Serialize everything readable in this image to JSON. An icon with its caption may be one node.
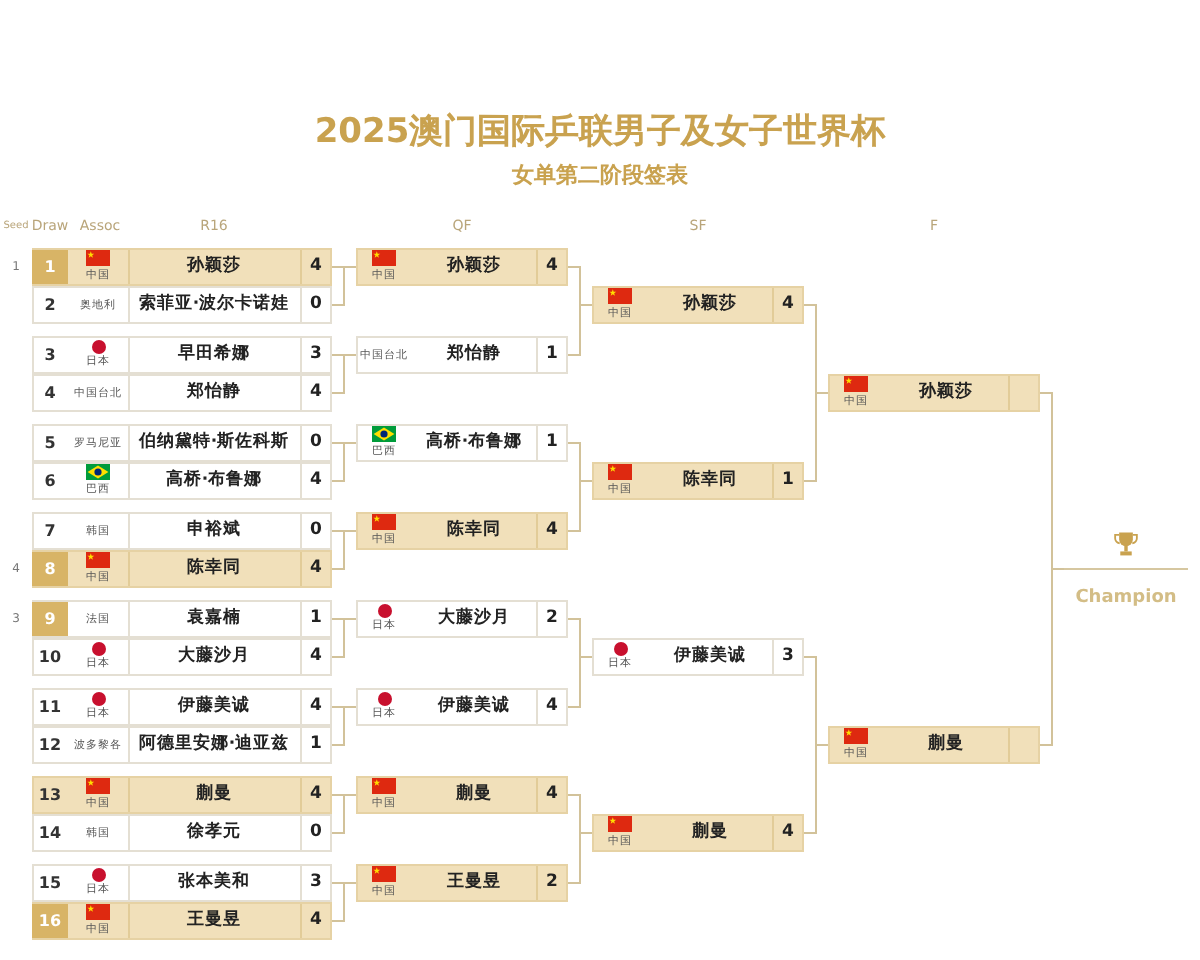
{
  "diagram": {
    "title": "2025澳门国际乒联男子及女子世界杯",
    "nodes": [
      {
        "text": [
          "1",
          "中国",
          "孙颖莎",
          "4"
        ],
        "beside": [
          "1"
        ]
      },
      {
        "text": [
          "2",
          "奥地利",
          "索菲亚·波尔卡诺娃",
          "0"
        ]
      },
      {
        "text": [
          "3",
          "日本",
          "早田希娜",
          "3"
        ]
      },
      {
        "text": [
          "4",
          "中国台北",
          "郑怡静",
          "4"
        ]
      },
      {
        "text": [
          "5",
          "罗马尼亚",
          "伯纳黛特·斯佐科斯",
          "0"
        ]
      },
      {
        "text": [
          "6",
          "巴西",
          "高桥·布鲁娜",
          "4"
        ]
      },
      {
        "text": [
          "7",
          "韩国",
          "申裕斌",
          "0"
        ]
      },
      {
        "text": [
          "8",
          "中国",
          "陈幸同",
          "4"
        ],
        "beside": [
          "4"
        ]
      },
      {
        "text": [
          "9",
          "法国",
          "袁嘉楠",
          "1"
        ],
        "beside": [
          "3"
        ]
      },
      {
        "text": [
          "10",
          "日本",
          "大藤沙月",
          "4"
        ]
      },
      {
        "text": [
          "11",
          "日本",
          "伊藤美诚",
          "4"
        ]
      },
      {
        "text": [
          "12",
          "波多黎各",
          "阿德里安娜·迪亚兹",
          "1"
        ]
      },
      {
        "text": [
          "13",
          "中国",
          "蒯曼",
          "4"
        ]
      },
      {
        "text": [
          "14",
          "韩国",
          "徐孝元",
          "0"
        ]
      },
      {
        "text": [
          "15",
          "日本",
          "张本美和",
          "3"
        ]
      },
      {
        "text": [
          "16",
          "中国",
          "王曼昱",
          "4"
        ]
      },
      {
        "text": [
          "中国",
          "孙颖莎",
          "4"
        ]
      },
      {
        "text": [
          "中国台北",
          "郑怡静",
          "1"
        ]
      },
      {
        "text": [
          "巴西",
          "高桥·布鲁娜",
          "1"
        ]
      },
      {
        "text": [
          "中国",
          "陈幸同",
          "4"
        ]
      },
      {
        "text": [
          "日本",
          "大藤沙月",
          "2"
        ]
      },
      {
        "text": [
          "日本",
          "伊藤美诚",
          "4"
        ]
      },
      {
        "text": [
          "中国",
          "蒯曼",
          "4"
        ]
      },
      {
        "text": [
          "中国",
          "王曼昱",
          "2"
        ]
      },
      {
        "text": [
          "中国",
          "孙颖莎",
          "4"
        ]
      },
      {
        "text": [
          "中国",
          "陈幸同",
          "1"
        ]
      },
      {
        "text": [
          "日本",
          "伊藤美诚",
          "3"
        ]
      },
      {
        "text": [
          "中国",
          "蒯曼",
          "4"
        ]
      },
      {
        "text": [
          "中国",
          "孙颖莎"
        ]
      },
      {
        "text": [
          "中国",
          "蒯曼"
        ]
      },
      {
        "text": [
          "Champion"
        ]
      }
    ],
    "edges": [
      {
        "from": 0,
        "to": 16,
        "arrow": "none"
      },
      {
        "from": 1,
        "to": 16,
        "arrow": "none"
      },
      {
        "from": 2,
        "to": 17,
        "arrow": "none"
      },
      {
        "from": 3,
        "to": 17,
        "arrow": "none"
      },
      {
        "from": 4,
        "to": 18,
        "arrow": "none"
      },
      {
        "from": 5,
        "to": 18,
        "arrow": "none"
      },
      {
        "from": 6,
        "to": 19,
        "arrow": "none"
      },
      {
        "from": 7,
        "to": 19,
        "arrow": "none"
      },
      {
        "from": 8,
        "to": 20,
        "arrow": "none"
      },
      {
        "from": 9,
        "to": 20,
        "arrow": "none"
      },
      {
        "from": 10,
        "to": 21,
        "arrow": "none"
      },
      {
        "from": 11,
        "to": 21,
        "arrow": "none"
      },
      {
        "from": 12,
        "to": 22,
        "arrow": "none"
      },
      {
        "from": 13,
        "to": 22,
        "arrow": "none"
      },
      {
        "from": 14,
        "to": 23,
        "arrow": "none"
      },
      {
        "from": 15,
        "to": 23,
        "arrow": "none"
      },
      {
        "from": 16,
        "to": 24,
        "arrow": "none"
      },
      {
        "from": 17,
        "to": 24,
        "arrow": "none"
      },
      {
        "from": 18,
        "to": 25,
        "arrow": "none"
      },
      {
        "from": 19,
        "to": 25,
        "arrow": "none"
      },
      {
        "from": 20,
        "to": 26,
        "arrow": "none"
      },
      {
        "from": 21,
        "to": 26,
        "arrow": "none"
      },
      {
        "from": 22,
        "to": 27,
        "arrow": "none"
      },
      {
        "from": 23,
        "to": 27,
        "arrow": "none"
      },
      {
        "from": 24,
        "to": 28,
        "arrow": "none"
      },
      {
        "from": 25,
        "to": 28,
        "arrow": "none"
      },
      {
        "from": 26,
        "to": 29,
        "arrow": "none"
      },
      {
        "from": 27,
        "to": 29,
        "arrow": "none"
      },
      {
        "from": 28,
        "to": 30,
        "arrow": "none"
      },
      {
        "from": 29,
        "to": 30,
        "arrow": "none"
      }
    ],
    "labels": [
      "女单第二阶段签表",
      "Seed",
      "Draw",
      "Assoc",
      "R16",
      "QF",
      "SF",
      "F"
    ]
  }
}
